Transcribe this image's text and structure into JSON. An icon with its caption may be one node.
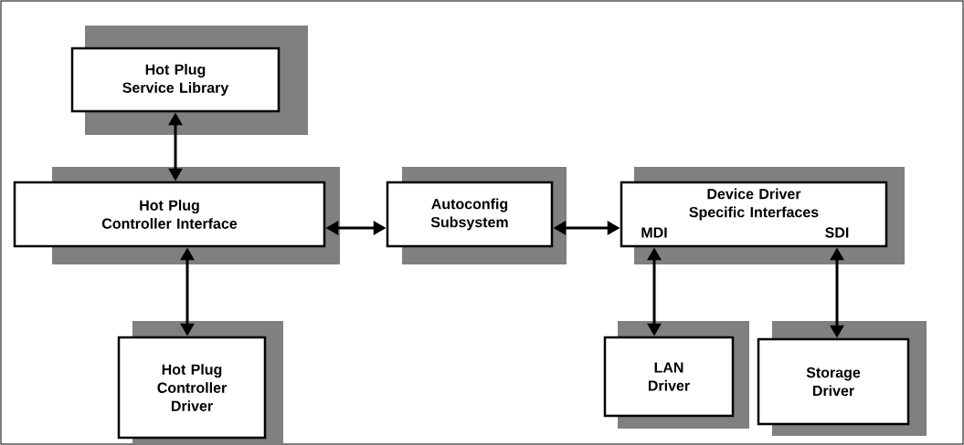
{
  "diagram": {
    "nodes": [
      {
        "text": [
          "Hot Plug Service Library"
        ]
      },
      {
        "text": [
          "Hot Plug Controller Interface"
        ]
      },
      {
        "text": [
          "Autoconfig Subsystem"
        ]
      },
      {
        "text": [
          "Device Driver Specific Interfaces",
          "MDI",
          "SDI"
        ]
      },
      {
        "text": [
          "Hot Plug Controller Driver"
        ]
      },
      {
        "text": [
          "LAN Driver"
        ]
      },
      {
        "text": [
          "Storage Driver"
        ]
      }
    ],
    "edges": [
      {
        "from": 0,
        "to": 1,
        "arrow": "both"
      },
      {
        "from": 1,
        "to": 4,
        "arrow": "both"
      },
      {
        "from": 1,
        "to": 2,
        "arrow": "both"
      },
      {
        "from": 2,
        "to": 3,
        "arrow": "both"
      },
      {
        "from": 3,
        "to": 5,
        "arrow": "both"
      },
      {
        "from": 3,
        "to": 6,
        "arrow": "both"
      }
    ]
  }
}
